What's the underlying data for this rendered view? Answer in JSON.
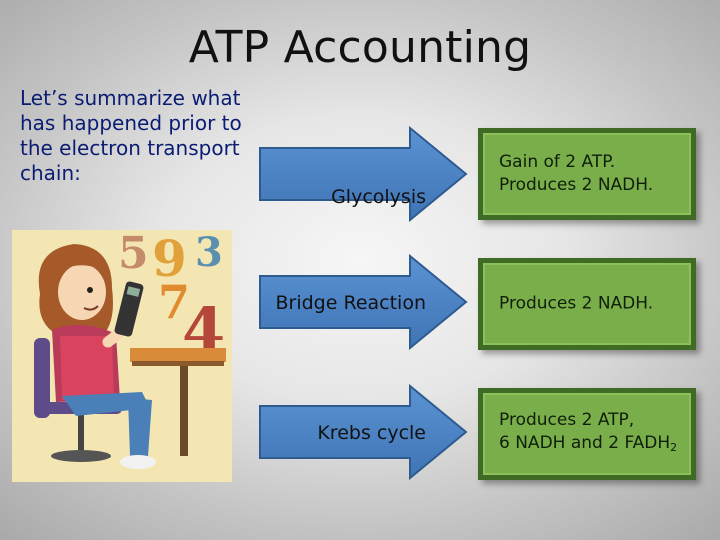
{
  "slide": {
    "title": "ATP Accounting",
    "intro": "Let’s summarize what has happened prior to the electron transport chain:"
  },
  "steps": [
    {
      "process": "Glycolysis",
      "result_lines": [
        "Gain of 2 ATP.",
        "Produces 2 NADH."
      ]
    },
    {
      "process": "Bridge Reaction",
      "result_lines": [
        "Produces 2 NADH."
      ]
    },
    {
      "process": "Krebs cycle",
      "result_line1": "Produces 2 ATP,",
      "result_line2_main": "6 NADH and 2 FADH",
      "result_line2_sub": "2"
    }
  ],
  "clipart": {
    "digits": [
      "5",
      "9",
      "3",
      "7",
      "4"
    ],
    "icon": "student-with-calculator-icon"
  },
  "colors": {
    "arrow": "#4f86c6",
    "arrow_border": "#2e5b8f",
    "box": "#7aae4b",
    "box_border": "#3f6b25",
    "intro_text": "#0b1c73"
  }
}
